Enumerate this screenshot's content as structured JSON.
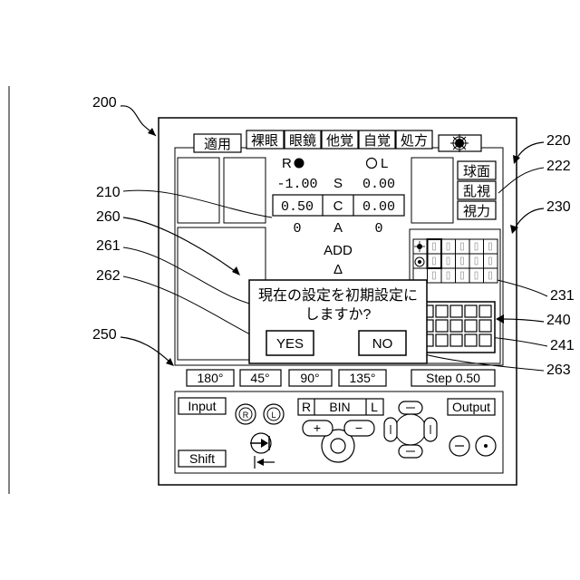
{
  "refs": {
    "r200": "200",
    "r210": "210",
    "r260": "260",
    "r261": "261",
    "r262": "262",
    "r250": "250",
    "r220": "220",
    "r222": "222",
    "r230": "230",
    "r231": "231",
    "r240": "240",
    "r241": "241",
    "r263": "263"
  },
  "top_tabs": [
    "適用",
    "裸眼",
    "眼鏡",
    "他覚",
    "自覚",
    "処方"
  ],
  "light_icon": "sun-icon",
  "eye_labels": {
    "right": "R",
    "left": "L"
  },
  "values": {
    "s_label": "S",
    "c_label": "C",
    "a_label": "A",
    "r_s": "-1.00",
    "l_s": "0.00",
    "r_c": "0.50",
    "l_c": "0.00",
    "r_a": "0",
    "l_a": "0",
    "add_label": "ADD",
    "delta_label": "Δ"
  },
  "side_buttons": [
    "球面",
    "乱視",
    "視力"
  ],
  "dialog": {
    "message_line1": "現在の設定を初期設定に",
    "message_line2": "しますか?",
    "yes": "YES",
    "no": "NO"
  },
  "axis_buttons": [
    "180°",
    "45°",
    "90°",
    "135°"
  ],
  "step_button": "Step 0.50",
  "keypad": {
    "input": "Input",
    "output": "Output",
    "shift": "Shift",
    "r": "R",
    "bin": "BIN",
    "l": "L",
    "plus": "+",
    "minus": "−",
    "r_circle": "R",
    "l_circle": "L"
  }
}
